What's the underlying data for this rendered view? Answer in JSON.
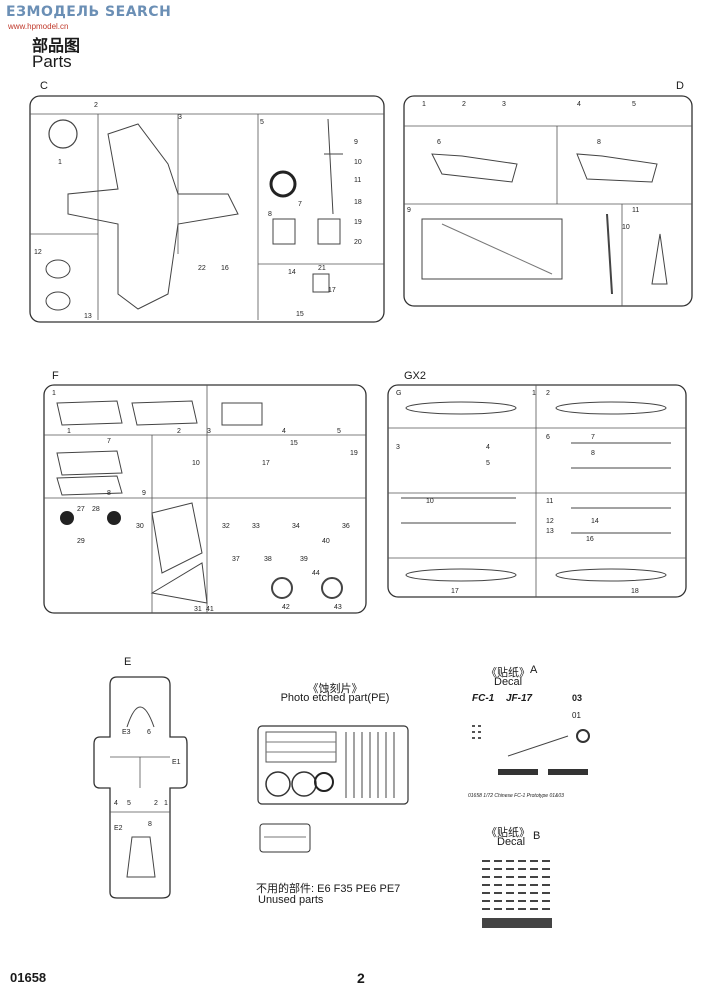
{
  "watermark": {
    "text": "ЕЗМОДЕЛЬ SEARCH",
    "sub": "www.hpmodel.cn"
  },
  "header": {
    "title_cn": "部品图",
    "title_en": "Parts"
  },
  "sprues": {
    "c": {
      "letter": "C"
    },
    "d": {
      "letter": "D"
    },
    "f": {
      "letter": "F"
    },
    "gx2": {
      "letter": "GX2"
    },
    "e": {
      "letter": "E"
    }
  },
  "pe": {
    "cn": "《蚀刻片》",
    "en": "Photo etched part(PE)"
  },
  "decal_a": {
    "cn": "《贴纸》",
    "en": "Decal",
    "letter": "A",
    "marks": [
      "FC-1",
      "JF-17",
      "01",
      "03"
    ],
    "caption": "01658 1/72 Chinese FC-1 Prototype 01&03"
  },
  "decal_b": {
    "cn": "《贴纸》",
    "en": "Decal",
    "letter": "B"
  },
  "unused": {
    "cn": "不用的部件: E6 F35 PE6 PE7",
    "en": "Unused parts"
  },
  "footer": {
    "code": "01658",
    "page": "2"
  }
}
